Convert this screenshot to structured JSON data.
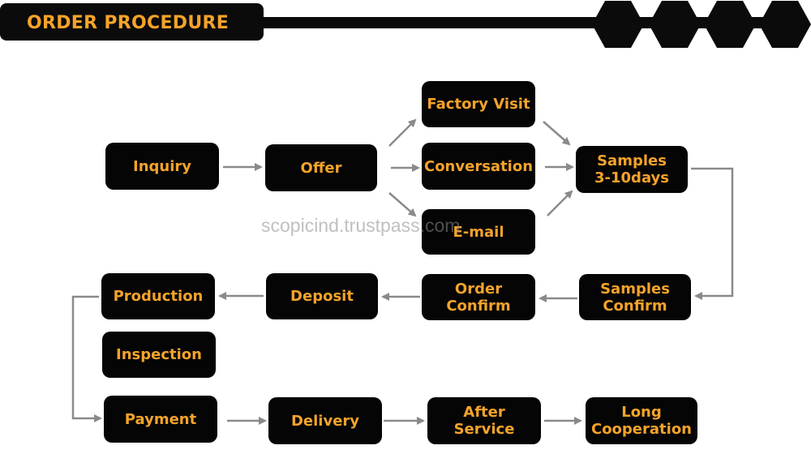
{
  "header": {
    "title": "ORDER PROCEDURE"
  },
  "steps": {
    "inquiry": "Inquiry",
    "offer": "Offer",
    "factory_visit": "Factory Visit",
    "conversation": "Conversation",
    "email": "E-mail",
    "samples": "Samples\n3-10days",
    "samples_confirm": "Samples\nConfirm",
    "order_confirm": "Order Confirm",
    "deposit": "Deposit",
    "production": "Production",
    "inspection": "Inspection",
    "payment": "Payment",
    "delivery": "Delivery",
    "after_service": "After Service",
    "long_cooperation": "Long\nCooperation"
  },
  "watermark": "scopicind.trustpass.com",
  "colors": {
    "box_fill": "#050505",
    "box_text": "#f5a32a",
    "arrow": "#8a8a8a"
  }
}
